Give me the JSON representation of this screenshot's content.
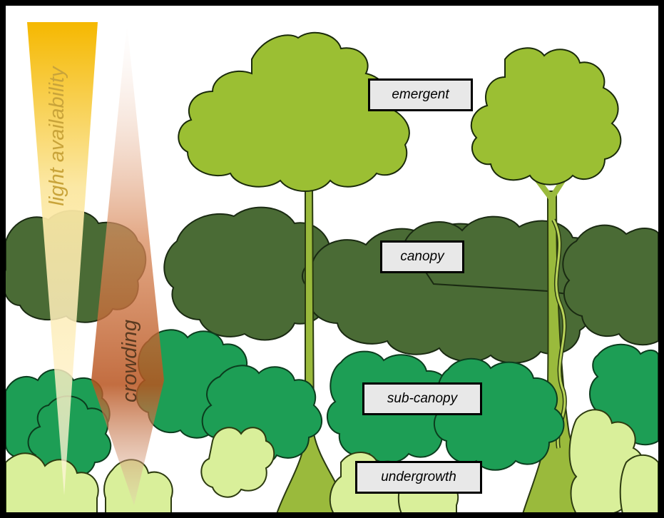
{
  "labels": {
    "emergent": "emergent",
    "canopy": "canopy",
    "sub_canopy": "sub-canopy",
    "undergrowth": "undergrowth"
  },
  "gradients": {
    "light": {
      "label": "light availability",
      "color": "#f5b800"
    },
    "crowding": {
      "label": "crowding",
      "color": "#c0602a"
    }
  },
  "colors": {
    "emergent": "#9bbf33",
    "canopy": "#4a6b35",
    "sub_canopy": "#1d9e55",
    "undergrowth": "#d9ef9a",
    "trunk": "#9aba3c",
    "label_fill": "#e8e8e8"
  }
}
